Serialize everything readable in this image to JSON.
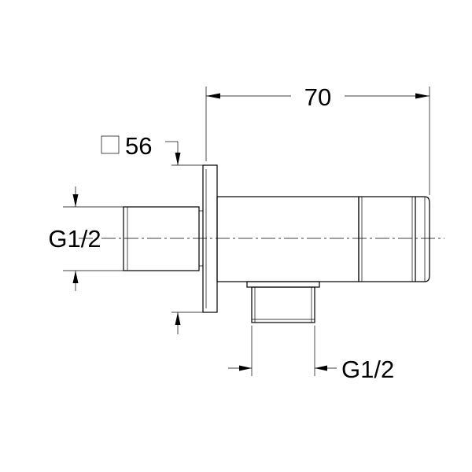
{
  "dimensions": {
    "overall_length": "70",
    "flange_square": "56",
    "inlet_thread": "G1/2",
    "outlet_thread": "G1/2"
  },
  "square_symbol": "□"
}
